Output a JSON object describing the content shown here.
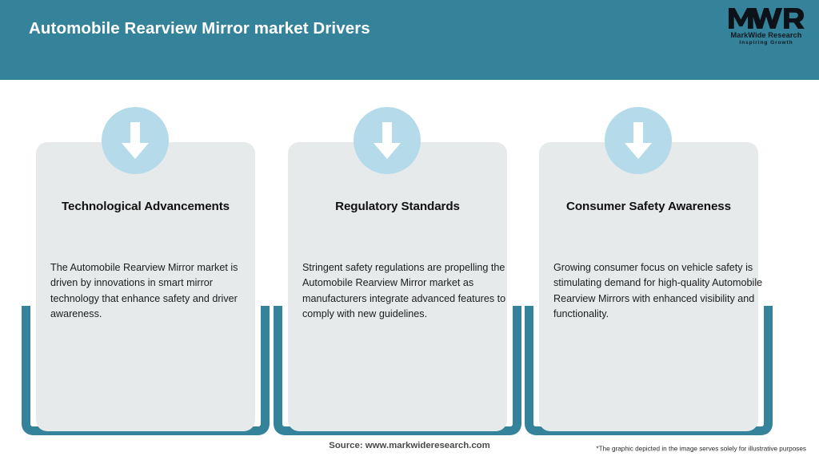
{
  "header": {
    "title": "Automobile Rearview Mirror market Drivers",
    "background_color": "#34839a",
    "title_color": "#ffffff"
  },
  "logo": {
    "mark": "MWR",
    "name": "MarkWide Research",
    "tagline": "Inspiring Growth"
  },
  "cards": [
    {
      "icon": "down-arrow-icon",
      "title": "Technological Advancements",
      "body": "The Automobile Rearview Mirror market is driven by innovations in smart mirror technology that enhance safety and driver awareness."
    },
    {
      "icon": "down-arrow-icon",
      "title": "Regulatory Standards",
      "body": "Stringent safety regulations are propelling the Automobile Rearview Mirror market as manufacturers integrate advanced features to comply with new guidelines."
    },
    {
      "icon": "down-arrow-icon",
      "title": "Consumer Safety Awareness",
      "body": "Growing consumer focus on vehicle safety is stimulating demand for high-quality Automobile Rearview Mirrors with enhanced visibility and functionality."
    }
  ],
  "footer": {
    "source": "Source: www.markwideresearch.com",
    "disclaimer": "*The graphic depicted in the image serves solely for illustrative purposes"
  },
  "colors": {
    "accent_teal": "#34839a",
    "panel_grey": "#e6eaeb",
    "badge_blue": "#b5dbea"
  }
}
